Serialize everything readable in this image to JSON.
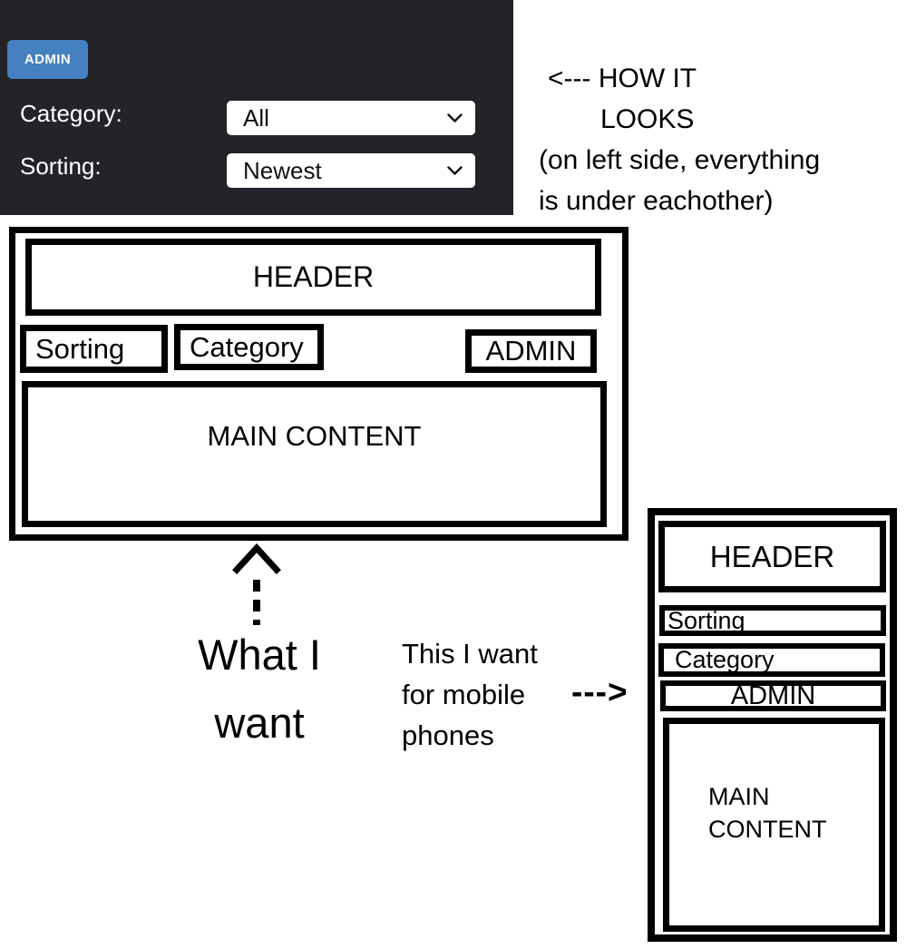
{
  "colors": {
    "panel_background": "#232329",
    "admin_button_blue": "#4580c1",
    "panel_text": "#ffffff",
    "wireframe_ink": "#000000",
    "page_background": "#ffffff"
  },
  "app_panel": {
    "admin_button": "ADMIN",
    "category_label": "Category:",
    "category_value": "All",
    "sorting_label": "Sorting:",
    "sorting_value": "Newest"
  },
  "annotations": {
    "how_it_looks_lines": [
      "<--- HOW IT",
      "LOOKS",
      "(on left side, everything",
      "is under eachother)"
    ],
    "what_i_want_lines": [
      "What I",
      "want"
    ],
    "mobile_note_lines": [
      "This I want",
      "for mobile",
      "phones"
    ],
    "right_arrow": "--->"
  },
  "desktop_wireframe": {
    "header": "HEADER",
    "sorting": "Sorting",
    "category": "Category",
    "admin": "ADMIN",
    "main_content": "MAIN CONTENT"
  },
  "mobile_wireframe": {
    "header": "HEADER",
    "sorting": "Sorting",
    "category": "Category",
    "admin": "ADMIN",
    "main_content_lines": [
      "MAIN",
      "CONTENT"
    ]
  }
}
